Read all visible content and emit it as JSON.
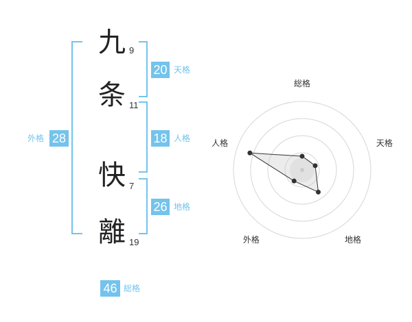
{
  "name_chars": [
    {
      "char": "九",
      "strokes": "9"
    },
    {
      "char": "条",
      "strokes": "11"
    },
    {
      "char": "快",
      "strokes": "7"
    },
    {
      "char": "離",
      "strokes": "19"
    }
  ],
  "fortune": {
    "tenkaku": {
      "value": "20",
      "label": "天格"
    },
    "jinkaku": {
      "value": "18",
      "label": "人格"
    },
    "chikaku": {
      "value": "26",
      "label": "地格"
    },
    "gaikaku": {
      "value": "28",
      "label": "外格"
    },
    "soukaku": {
      "value": "46",
      "label": "総格"
    }
  },
  "colors": {
    "accent": "#74c3ec",
    "text": "#222222"
  },
  "chart_data": {
    "type": "radar",
    "axes": [
      "総格",
      "天格",
      "地格",
      "外格",
      "人格"
    ],
    "values": [
      1,
      1,
      2,
      1,
      4
    ],
    "max": 5,
    "rings": 4,
    "grid": true
  }
}
